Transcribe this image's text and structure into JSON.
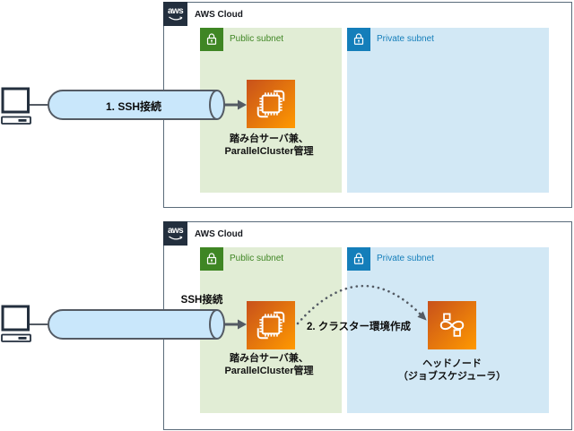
{
  "colors": {
    "cloud-border": "#5A6B7A",
    "aws-dark": "#232F3E",
    "text-dark": "#16191F",
    "public-fill": "#E1EDD5",
    "public-accent": "#3F8624",
    "private-fill": "#D2E8F5",
    "private-accent": "#147EBA",
    "orange-dark": "#C8511B",
    "orange-bright": "#F90",
    "tube-fill": "#C9E7FB",
    "line-gray": "#545B64"
  },
  "top": {
    "logo_text": "aws",
    "cloud_label": "AWS Cloud",
    "public_subnet_label": "Public subnet",
    "private_subnet_label": "Private subnet",
    "tunnel_label": "1. SSH接続",
    "bastion_caption": [
      "踏み台サーバ兼、",
      "ParallelCluster管理"
    ]
  },
  "bottom": {
    "logo_text": "aws",
    "cloud_label": "AWS Cloud",
    "public_subnet_label": "Public subnet",
    "private_subnet_label": "Private subnet",
    "ssh_label": "SSH接続",
    "bastion_caption": [
      "踏み台サーバ兼、",
      "ParallelCluster管理"
    ],
    "create_cluster_label": "2. クラスター環境作成",
    "head_node_caption": [
      "ヘッドノード",
      "（ジョブスケジューラ）"
    ]
  }
}
